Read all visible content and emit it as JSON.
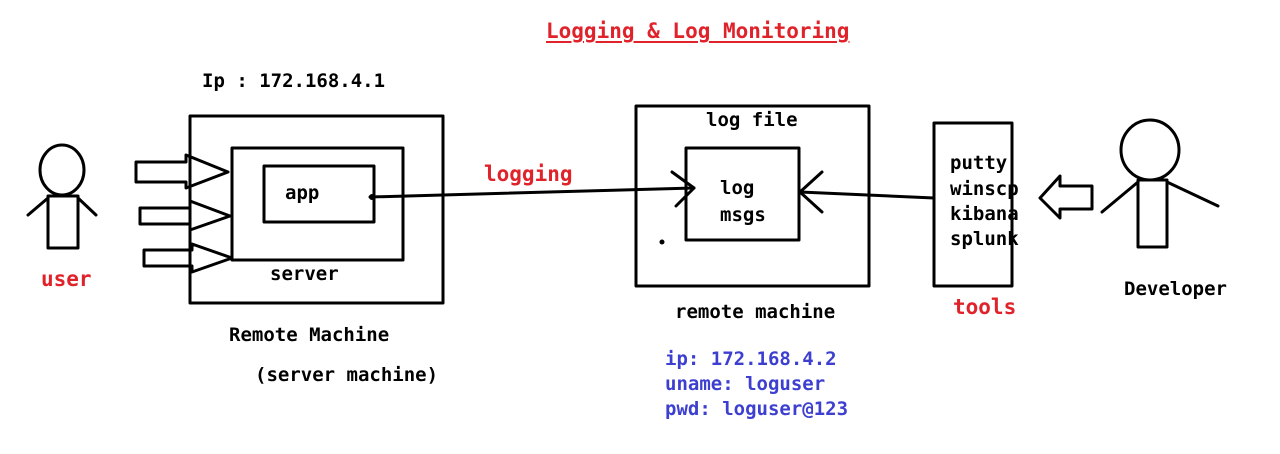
{
  "title": "Logging & Log Monitoring",
  "server_side": {
    "ip_label": "Ip : 172.168.4.1",
    "app_label": "app",
    "server_label": "server",
    "machine_label": "Remote Machine",
    "machine_sublabel": "(server machine)"
  },
  "user_label": "user",
  "connection_label": "logging",
  "log_side": {
    "file_label": "log file",
    "msgs_line1": "log",
    "msgs_line2": "msgs",
    "machine_label": "remote machine",
    "credentials": [
      "ip: 172.168.4.2",
      "uname: loguser",
      "pwd: loguser@123"
    ]
  },
  "tools": {
    "items": [
      "putty",
      "winscp",
      "kibana",
      "splunk"
    ],
    "label": "tools"
  },
  "developer_label": "Developer",
  "colors": {
    "accent_red": "#e0232b",
    "credential_blue": "#3c3fcf",
    "line": "#000000"
  }
}
